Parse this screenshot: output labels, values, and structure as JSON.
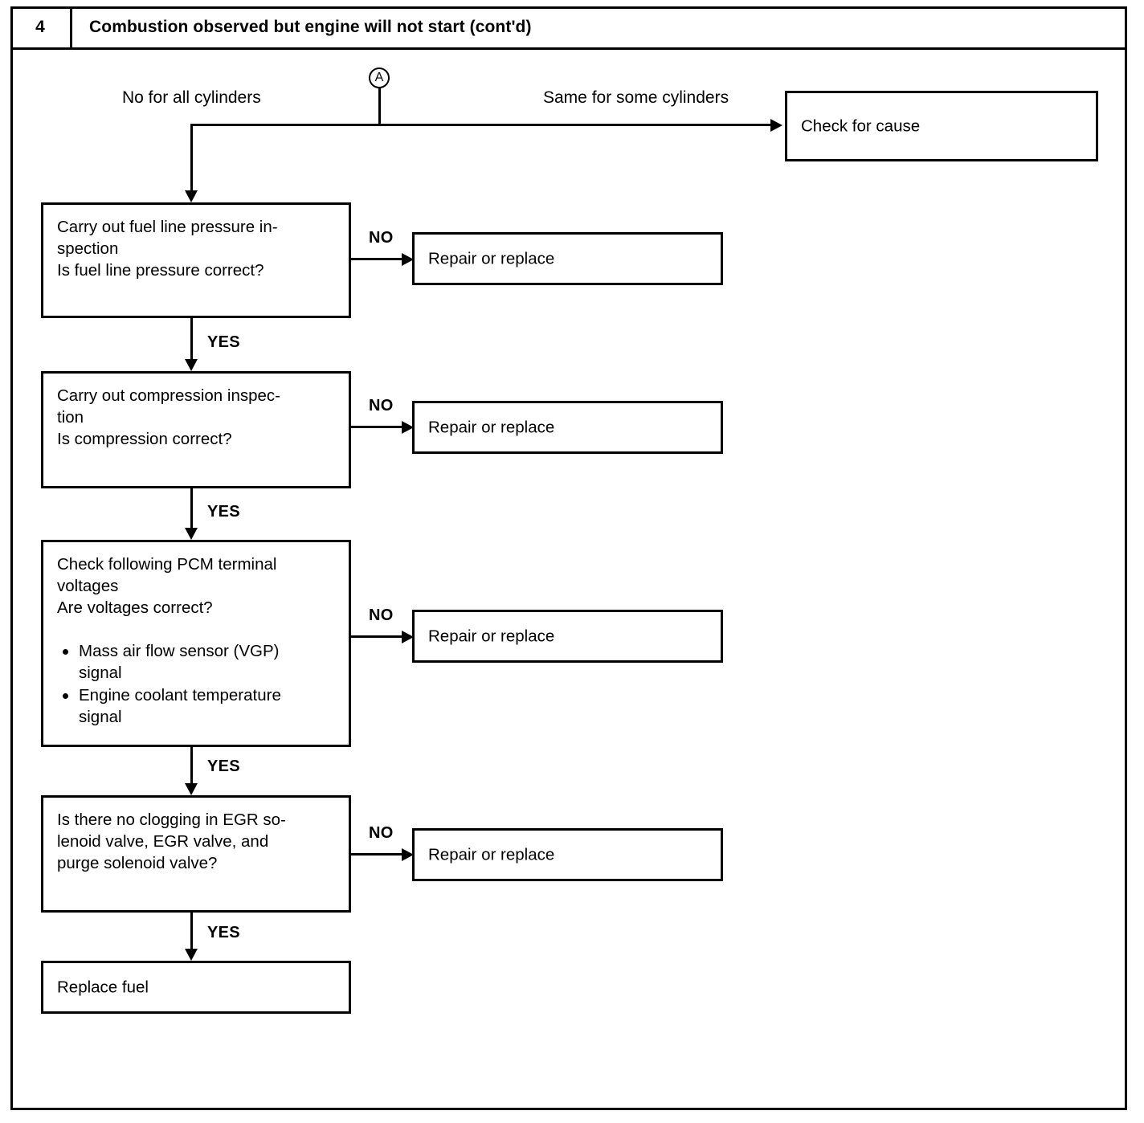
{
  "header": {
    "number": "4",
    "title": "Combustion observed but engine will not start (cont'd)"
  },
  "connector": {
    "label": "A"
  },
  "top_labels": {
    "left_branch": "No for all cylinders",
    "right_branch": "Same for some cylinders"
  },
  "branch_labels": {
    "no": "NO",
    "yes": "YES"
  },
  "boxes": {
    "check_for_cause": "Check for cause",
    "fuel_line": "Carry out fuel line pressure in-\nspection\nIs fuel line pressure correct?",
    "compression": "Carry out compression inspec-\ntion\nIs compression correct?",
    "pcm_voltages": "Check following PCM terminal\nvoltages\nAre voltages correct?",
    "pcm_bullets": [
      "Mass air flow sensor (VGP)\nsignal",
      "Engine coolant temperature\nsignal"
    ],
    "egr_clogging": "Is there no clogging in EGR so-\nlenoid valve, EGR valve, and\npurge solenoid valve?",
    "repair_or_replace_1": "Repair or replace",
    "repair_or_replace_2": "Repair or replace",
    "repair_or_replace_3": "Repair or replace",
    "repair_or_replace_4": "Repair or replace",
    "replace_fuel": "Replace fuel"
  },
  "colors": {
    "ink": "#000000",
    "paper": "#ffffff"
  }
}
